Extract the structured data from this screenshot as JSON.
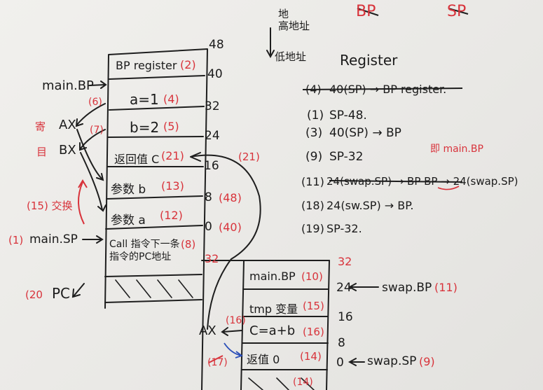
{
  "diagram": {
    "top_hint": {
      "high": "地\n高地址",
      "low": "低地址"
    },
    "header": {
      "bp": "BP",
      "sp": "SP",
      "register": "Register"
    },
    "main_stack": {
      "cells": [
        {
          "text": "BP register",
          "step": "(2)",
          "addr": "40"
        },
        {
          "text": "a=1",
          "step": "(4)",
          "addr": "32"
        },
        {
          "text": "b=2",
          "step": "(5)",
          "addr": "24"
        },
        {
          "text": "返回值 C",
          "step": "(21)",
          "addr": "16"
        },
        {
          "text": "参数 b",
          "step": "(13)",
          "addr": "8",
          "addr_alt": "(48)"
        },
        {
          "text": "参数 a",
          "step": "(12)",
          "addr": "0",
          "addr_alt": "(40)"
        },
        {
          "text": "Call 指令下一条\n指令的PC地址",
          "step": "(8)"
        }
      ],
      "top_addr": "48",
      "bottom_addr": "32"
    },
    "left_labels": {
      "main_bp": "main.BP",
      "ax": "AX",
      "bx": "BX",
      "ax_mark": "寄",
      "bx_mark": "目",
      "step6": "(6)",
      "step7": "(7)",
      "swap_label": "(15) 交换",
      "main_sp_step": "(1)",
      "main_sp": "main.SP",
      "pc_step": "(20",
      "pc": "PC"
    },
    "swap_stack": {
      "cells": [
        {
          "text": "main.BP",
          "step": "(10)",
          "addr": "24",
          "pointer": "swap.BP",
          "pointer_step": "(11)"
        },
        {
          "text": "tmp 变量",
          "step": "(15)",
          "addr": "16"
        },
        {
          "text": "C=a+b",
          "step": "(16)",
          "addr": "8"
        },
        {
          "text": "返值 0",
          "step": "(14)",
          "addr": "0",
          "pointer": "swap.SP",
          "pointer_step": "(9)"
        }
      ],
      "top_addr": "32",
      "ax": "AX",
      "ax_step": "(16)",
      "ax_step2": "(17)",
      "hatch_note": "(14)",
      "return_step": "(21)"
    },
    "register_steps": [
      {
        "step": "(4)",
        "text": "40(SP) → BP register.",
        "struck": true
      },
      {
        "step": "(1)",
        "text": "SP-48."
      },
      {
        "step": "(3)",
        "text": "40(SP) → BP"
      },
      {
        "step": "(9)",
        "text": "SP-32"
      },
      {
        "step": "(11)",
        "text": "24(swap.SP) → BP BP → 24(swap.SP)",
        "note": "即 main.BP"
      },
      {
        "step": "(18)",
        "text": "24(sw.SP) → BP."
      },
      {
        "step": "(19)",
        "text": "SP-32."
      }
    ]
  }
}
